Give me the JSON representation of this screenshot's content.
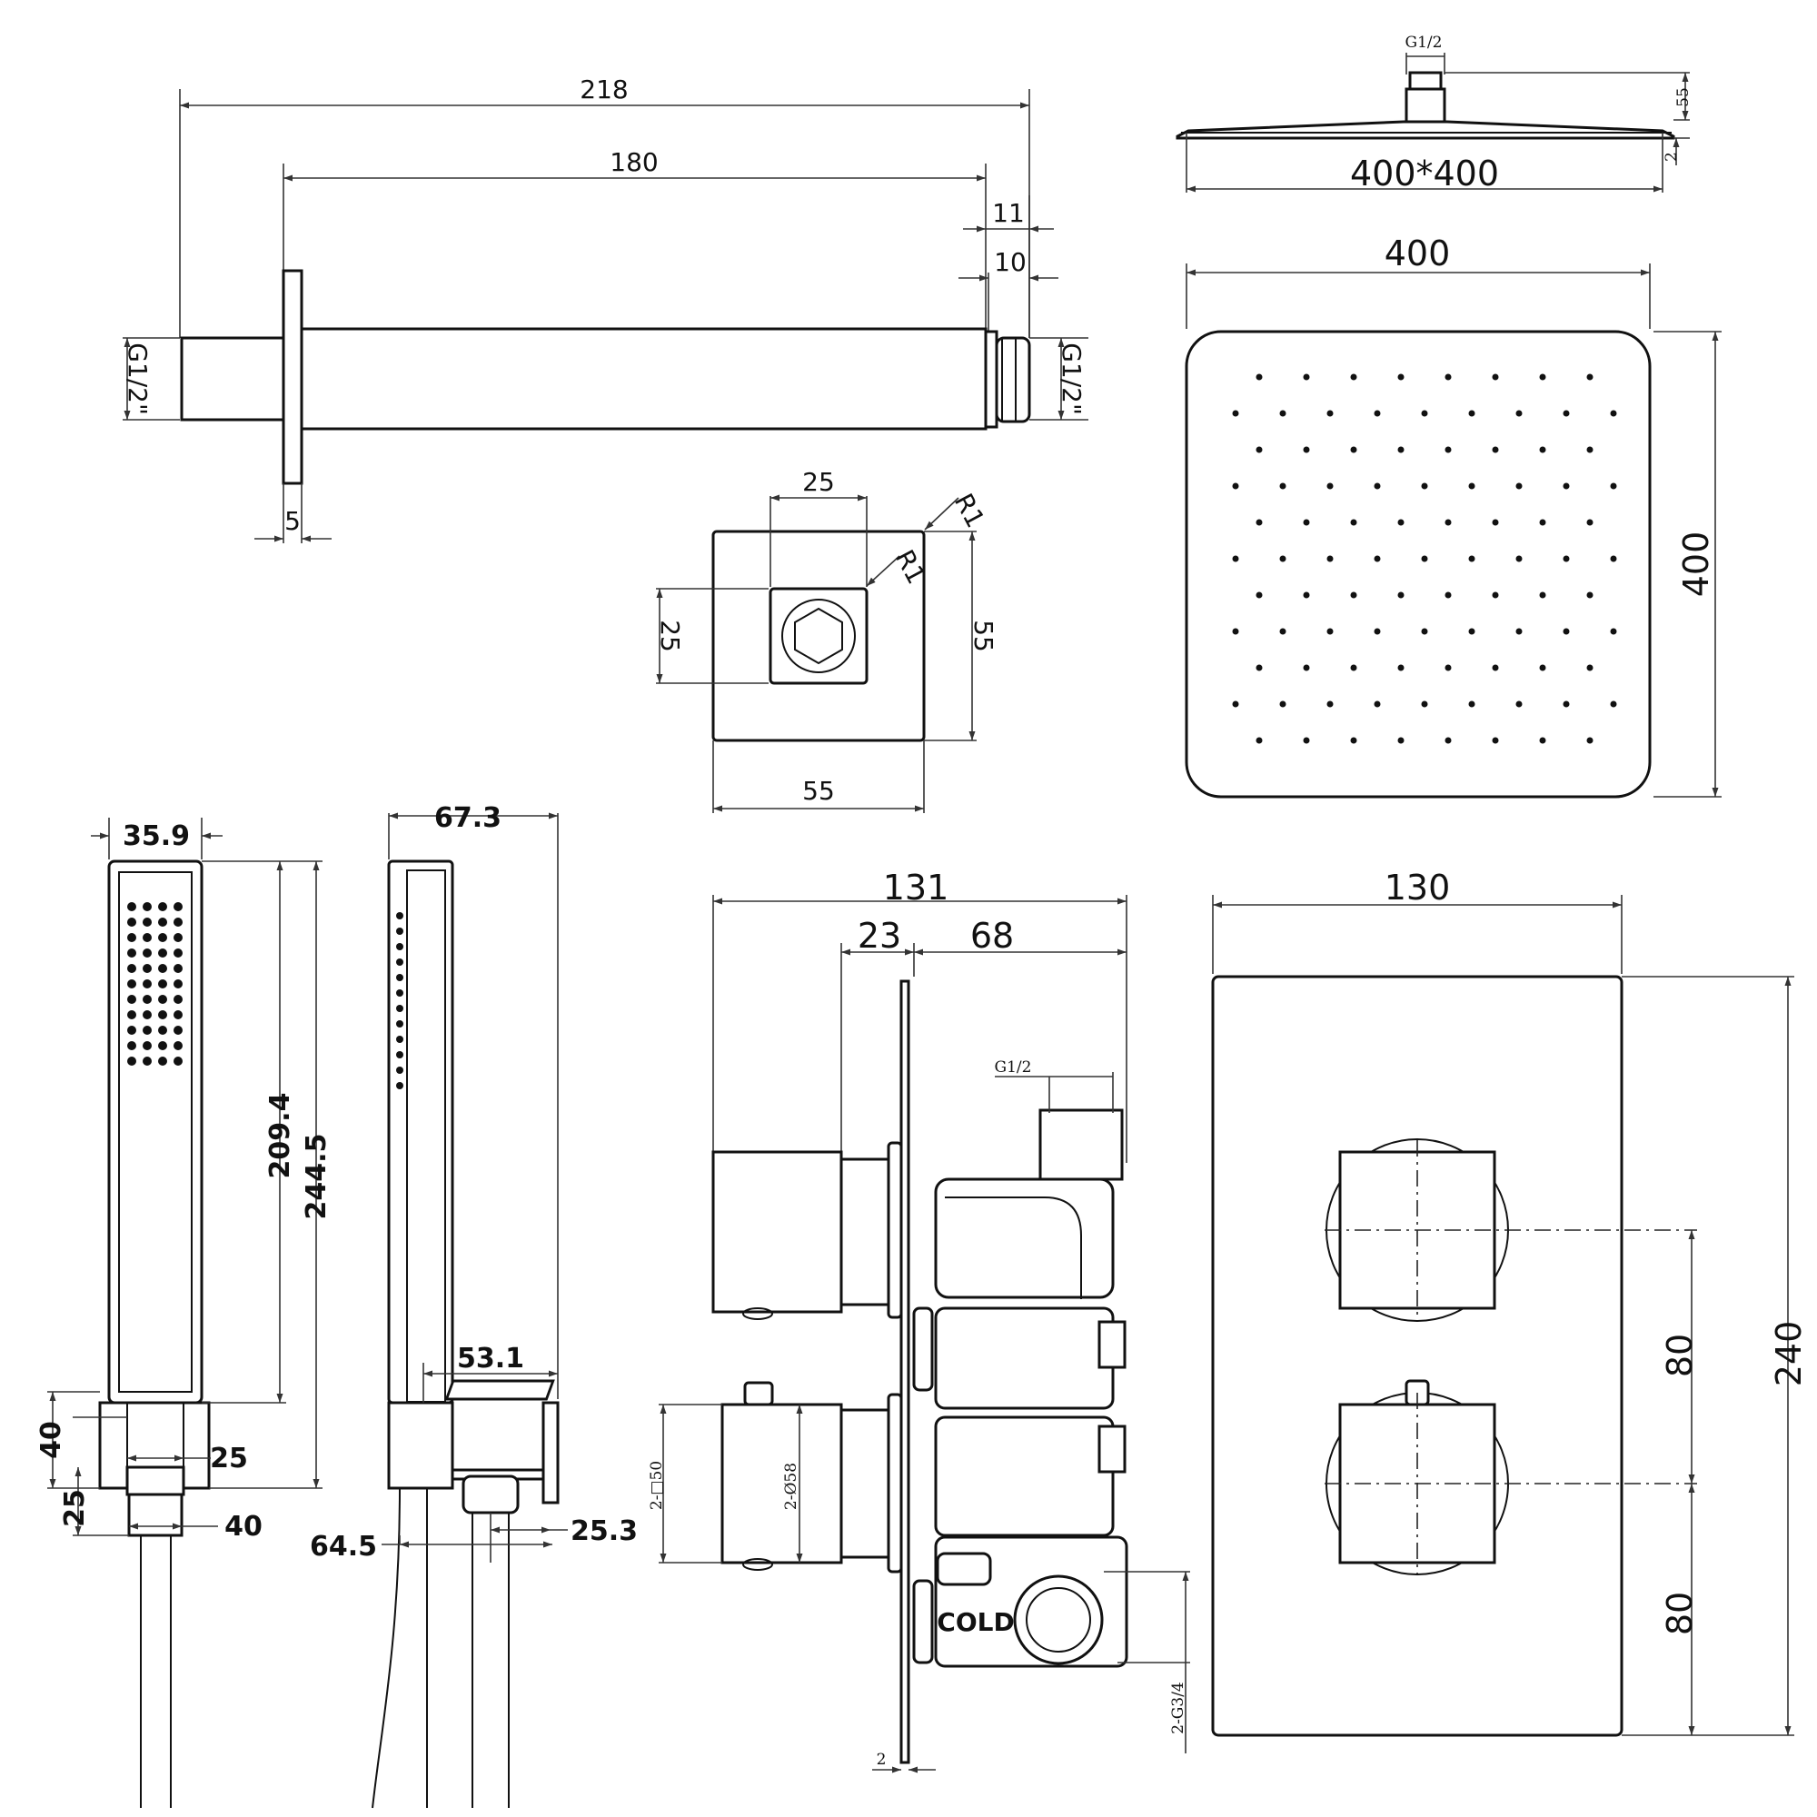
{
  "arm": {
    "length_total": "218",
    "length_arm": "180",
    "tip_a": "11",
    "tip_b": "10",
    "thread_left": "G1/2\"",
    "thread_right": "G1/2\"",
    "flange": "5"
  },
  "flange_plate": {
    "inner_w": "25",
    "inner_h": "25",
    "radius_outer": "R1",
    "radius_inner": "R1",
    "outer_h": "55",
    "outer_w": "55"
  },
  "shower_head_side": {
    "thread": "G1/2",
    "height": "55",
    "thickness": "2",
    "size": "400*400"
  },
  "shower_head_top": {
    "width": "400",
    "height": "400"
  },
  "handset_front": {
    "width": "35.9",
    "head_len": "209.4",
    "total_len": "244.5",
    "bracket_h": "40",
    "bracket_w": "25",
    "holder_h": "25",
    "holder_w": "40"
  },
  "handset_side": {
    "depth": "67.3",
    "bracket": "53.1",
    "offset": "64.5",
    "hose": "25.3"
  },
  "valve_side": {
    "total": "131",
    "front": "23",
    "body": "68",
    "inlet": "G1/2",
    "handle": "2-□50",
    "dia": "2-Ø58",
    "outlet": "2-G3/4",
    "plate": "2",
    "cold_label": "COLD"
  },
  "valve_front": {
    "width": "130",
    "spacing_top": "80",
    "spacing_bottom": "80",
    "height": "240"
  }
}
